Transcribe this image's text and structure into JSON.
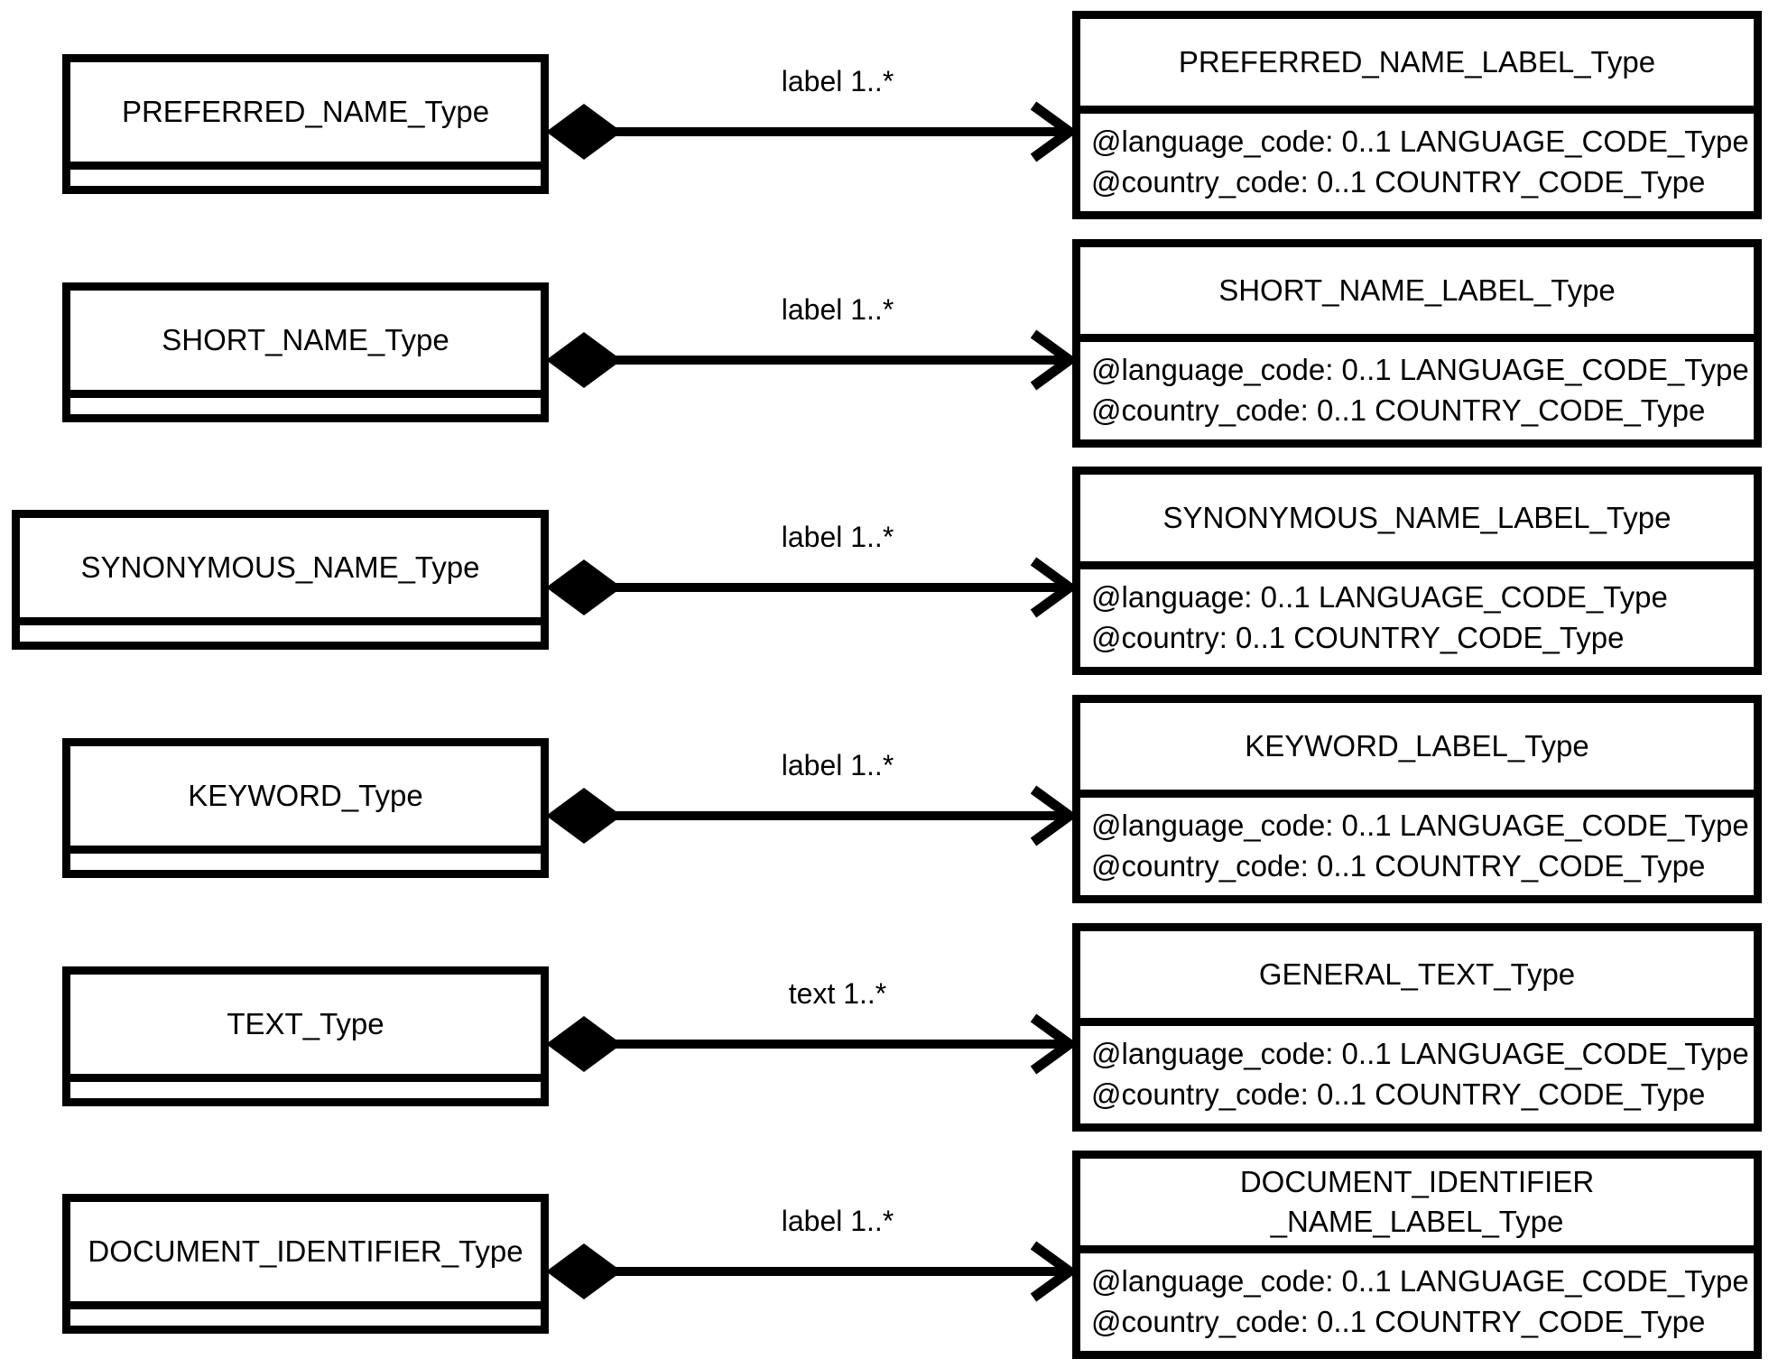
{
  "colors": {
    "foreground": "#000000",
    "background": "#ffffff"
  },
  "diagram": {
    "kind": "uml-class-composition-diagram",
    "rows": [
      {
        "source": {
          "name": "PREFERRED_NAME_Type"
        },
        "edge": {
          "label": "label 1..*"
        },
        "target": {
          "name": "PREFERRED_NAME_LABEL_Type",
          "attributes": [
            "@language_code: 0..1 LANGUAGE_CODE_Type",
            "@country_code: 0..1 COUNTRY_CODE_Type"
          ]
        }
      },
      {
        "source": {
          "name": "SHORT_NAME_Type"
        },
        "edge": {
          "label": "label 1..*"
        },
        "target": {
          "name": "SHORT_NAME_LABEL_Type",
          "attributes": [
            "@language_code: 0..1 LANGUAGE_CODE_Type",
            "@country_code: 0..1 COUNTRY_CODE_Type"
          ]
        }
      },
      {
        "source": {
          "name": "SYNONYMOUS_NAME_Type"
        },
        "edge": {
          "label": "label 1..*"
        },
        "target": {
          "name": "SYNONYMOUS_NAME_LABEL_Type",
          "attributes": [
            "@language: 0..1 LANGUAGE_CODE_Type",
            "@country: 0..1 COUNTRY_CODE_Type"
          ]
        }
      },
      {
        "source": {
          "name": "KEYWORD_Type"
        },
        "edge": {
          "label": "label 1..*"
        },
        "target": {
          "name": "KEYWORD_LABEL_Type",
          "attributes": [
            "@language_code: 0..1 LANGUAGE_CODE_Type",
            "@country_code: 0..1 COUNTRY_CODE_Type"
          ]
        }
      },
      {
        "source": {
          "name": "TEXT_Type"
        },
        "edge": {
          "label": "text 1..*"
        },
        "target": {
          "name": "GENERAL_TEXT_Type",
          "attributes": [
            "@language_code: 0..1 LANGUAGE_CODE_Type",
            "@country_code: 0..1 COUNTRY_CODE_Type"
          ]
        }
      },
      {
        "source": {
          "name": "DOCUMENT_IDENTIFIER_Type"
        },
        "edge": {
          "label": "label 1..*"
        },
        "target": {
          "name": "DOCUMENT_IDENTIFIER\n_NAME_LABEL_Type",
          "attributes": [
            "@language_code: 0..1 LANGUAGE_CODE_Type",
            "@country_code: 0..1 COUNTRY_CODE_Type"
          ]
        }
      }
    ]
  }
}
